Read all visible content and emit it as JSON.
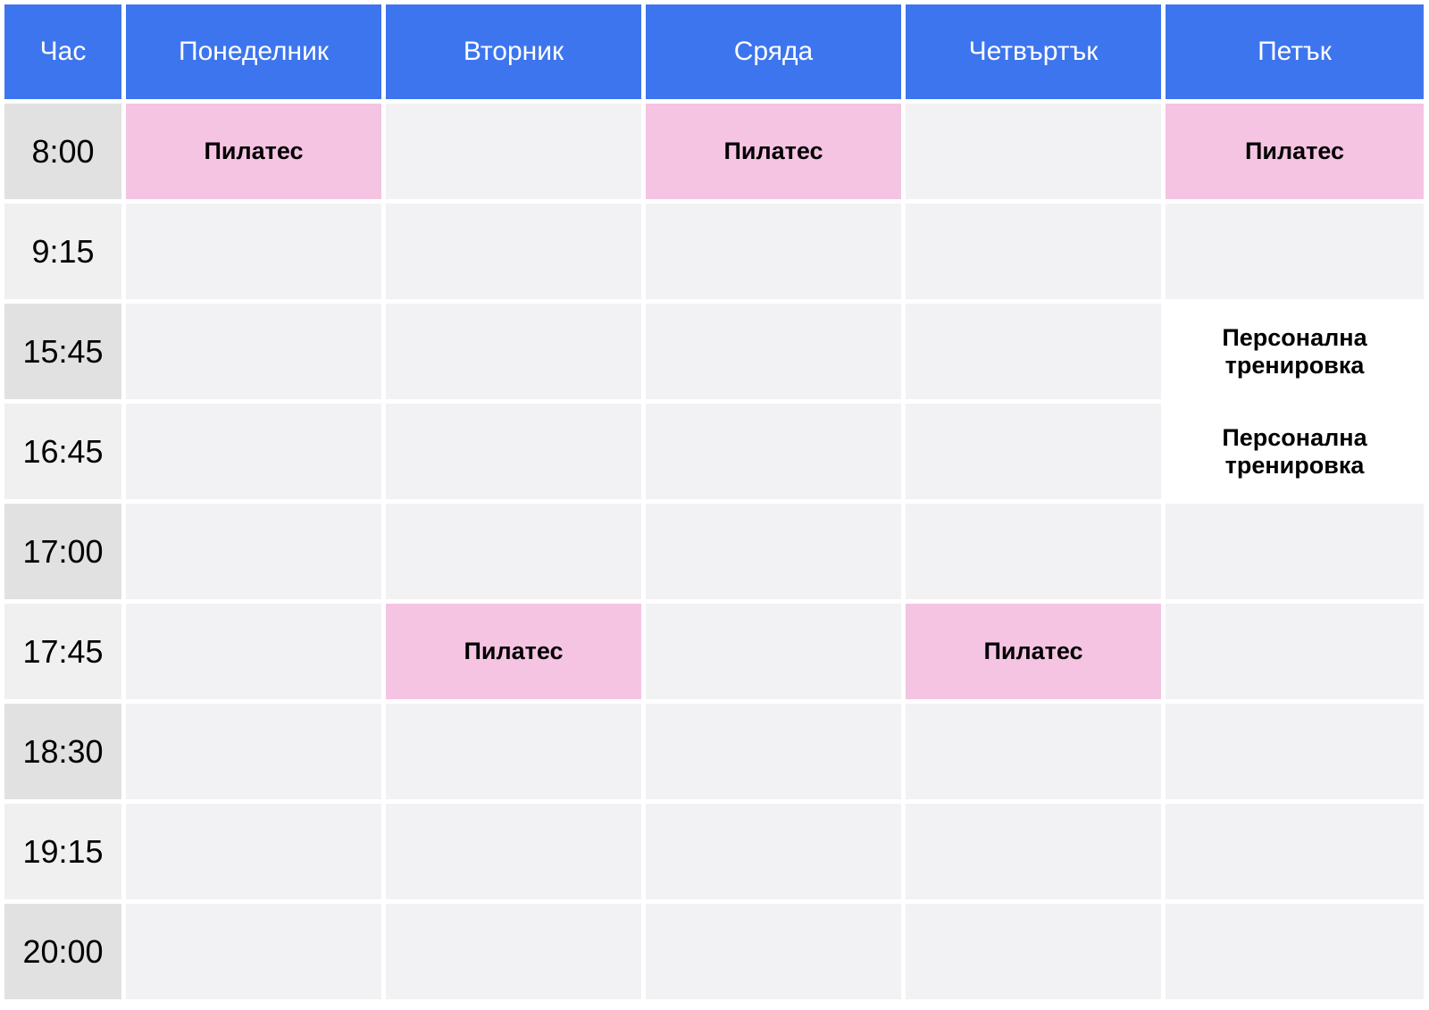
{
  "colors": {
    "header_bg": "#3d75ee",
    "header_text": "#ffffff",
    "time_dark_bg": "#e1e1e2",
    "time_light_bg": "#f0f0f1",
    "cell_bg": "#f2f2f4",
    "pilates_bg": "#f5c4e3",
    "personal_bg": "#ffffff",
    "text": "#000000",
    "page_bg": "#ffffff"
  },
  "schedule": {
    "headers": [
      "Час",
      "Понеделник",
      "Вторник",
      "Сряда",
      "Четвъртък",
      "Петък"
    ],
    "rows": [
      {
        "time": "8:00",
        "shade": "dark",
        "cells": [
          {
            "text": "Пилатес",
            "type": "pilates"
          },
          null,
          {
            "text": "Пилатес",
            "type": "pilates"
          },
          null,
          {
            "text": "Пилатес",
            "type": "pilates"
          }
        ]
      },
      {
        "time": "9:15",
        "shade": "light",
        "cells": [
          null,
          null,
          null,
          null,
          null
        ]
      },
      {
        "time": "15:45",
        "shade": "dark",
        "cells": [
          null,
          null,
          null,
          null,
          {
            "text": "Персонална тренировка",
            "type": "personal"
          }
        ]
      },
      {
        "time": "16:45",
        "shade": "light",
        "cells": [
          null,
          null,
          null,
          null,
          {
            "text": "Персонална тренировка",
            "type": "personal"
          }
        ]
      },
      {
        "time": "17:00",
        "shade": "dark",
        "cells": [
          null,
          null,
          null,
          null,
          null
        ]
      },
      {
        "time": "17:45",
        "shade": "light",
        "cells": [
          null,
          {
            "text": "Пилатес",
            "type": "pilates"
          },
          null,
          {
            "text": "Пилатес",
            "type": "pilates"
          },
          null
        ]
      },
      {
        "time": "18:30",
        "shade": "dark",
        "cells": [
          null,
          null,
          null,
          null,
          null
        ]
      },
      {
        "time": "19:15",
        "shade": "light",
        "cells": [
          null,
          null,
          null,
          null,
          null
        ]
      },
      {
        "time": "20:00",
        "shade": "dark",
        "cells": [
          null,
          null,
          null,
          null,
          null
        ]
      }
    ]
  }
}
